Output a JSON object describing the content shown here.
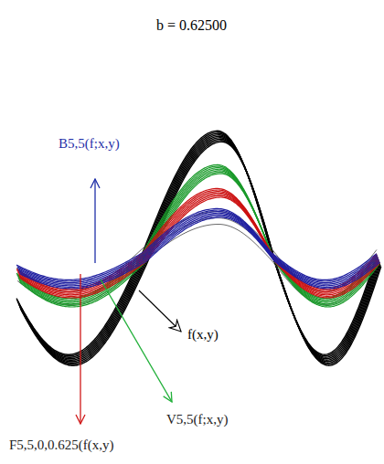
{
  "diagram": {
    "title": "b = 0.62500",
    "labels": [
      "B5,5(f;x,y)",
      "f(x,y)",
      "V5,5(f;x,y)",
      "F5,5,0,0.625(f(x,y)"
    ]
  }
}
